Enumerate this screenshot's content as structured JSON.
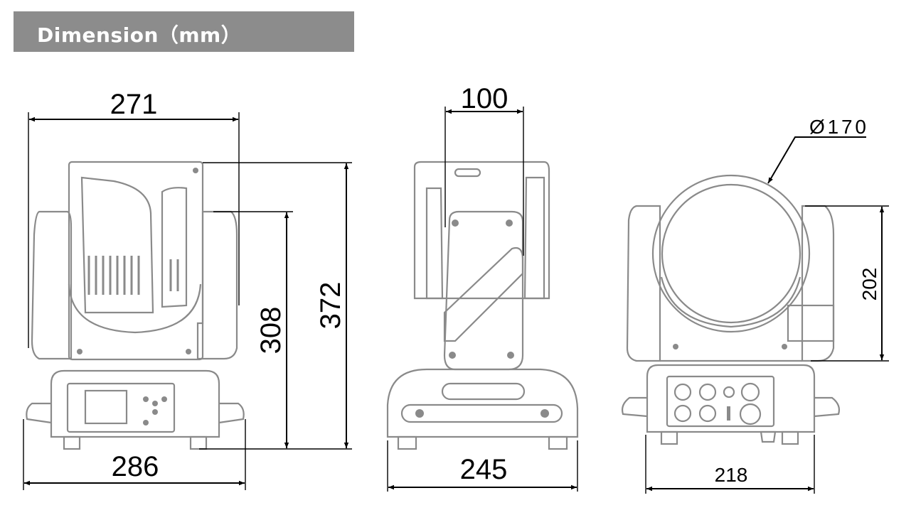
{
  "header": {
    "title": "Dimension（mm）"
  },
  "views": {
    "front": {
      "width_head": "271",
      "width_base": "286",
      "height_yoke": "308",
      "height_total": "372"
    },
    "side": {
      "depth_head": "100",
      "depth_base": "245"
    },
    "rear": {
      "lens_diameter": "Ø170",
      "height_yoke": "202",
      "width_base": "218"
    }
  },
  "colors": {
    "header_bg": "#8c8c8c",
    "drawing_stroke": "#8a8a8a",
    "dimension": "#000000"
  }
}
